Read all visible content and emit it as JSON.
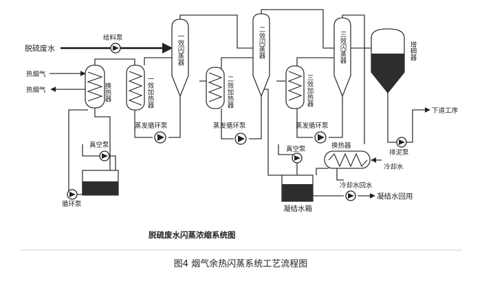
{
  "labels": {
    "desulf_wastewater": "脱硫废水",
    "feed_pump": "给料泵",
    "hot_flue_gas_in": "热烟气",
    "hot_flue_gas_out": "热烟气",
    "heat_exchanger": "换热器",
    "heater1": "一效加热器",
    "heater2": "二效加热器",
    "heater3": "三效加热器",
    "flash1": "一效闪蒸器",
    "flash2": "二效闪蒸器",
    "flash3": "三效闪蒸器",
    "thickener": "增稠器",
    "evap_pump1": "蒸发循环泵",
    "evap_pump2": "蒸发循环泵",
    "evap_pump3": "蒸发循环泵",
    "vacuum_pump1": "真空泵",
    "vacuum_pump2": "真空泵",
    "circ_pump": "循环泵",
    "sludge_pump": "排泥泵",
    "next_process": "下道工序",
    "condenser": "换热器",
    "cooling_water": "冷却水",
    "cooling_return": "冷却水回水",
    "condensate_tank": "凝结水箱",
    "condensate_reuse": "凝结水回用"
  },
  "diagram_title": "脱硫废水闪蒸浓缩系统图",
  "figure_caption": "图4 烟气余热闪蒸系统工艺流程图"
}
